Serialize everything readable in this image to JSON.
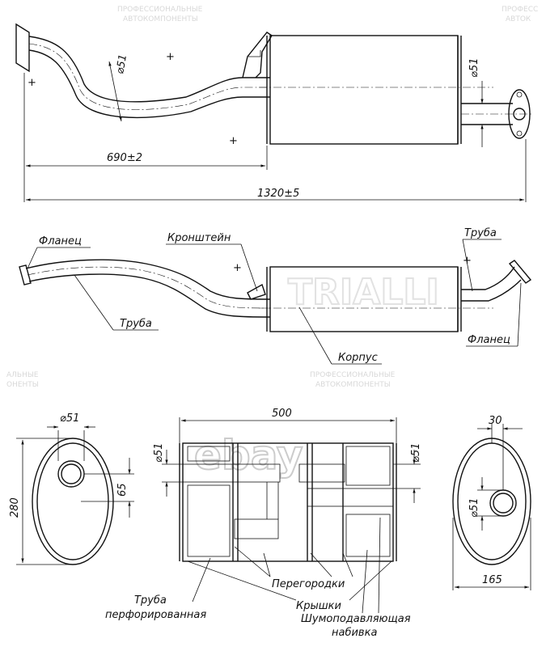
{
  "watermark": {
    "line1": "ПРОФЕССИОНАЛЬНЫЕ",
    "line2": "АВТОКОМПОНЕНТЫ",
    "line1_right": "ПРОФЕСС",
    "line2_right": "АВТОК",
    "line_mid_left": "АЛЬНЫЕ",
    "line_mid_left2": "ОНЕНТЫ",
    "brand": "TRIALLI",
    "site": "ebay"
  },
  "dimensions": {
    "pipe_diameter": "⌀51",
    "outlet_diameter": "⌀51",
    "length_partial": "690±2",
    "length_total": "1320±5",
    "body_length": "500",
    "end_left_diameter": "⌀51",
    "end_left_height": "280",
    "end_left_offset": "65",
    "end_right_offset": "30",
    "end_right_diameter": "⌀51",
    "end_right_width": "165",
    "section_diameter_left": "⌀51",
    "section_diameter_right": "⌀51"
  },
  "labels": {
    "flange_left": "Фланец",
    "bracket": "Кронштейн",
    "pipe_right": "Труба",
    "pipe_left": "Труба",
    "body": "Корпус",
    "flange_right": "Фланец",
    "baffles": "Перегородки",
    "perforated_pipe_1": "Труба",
    "perforated_pipe_2": "перфорированная",
    "caps": "Крышки",
    "packing_1": "Шумоподавляющая",
    "packing_2": "набивка"
  }
}
